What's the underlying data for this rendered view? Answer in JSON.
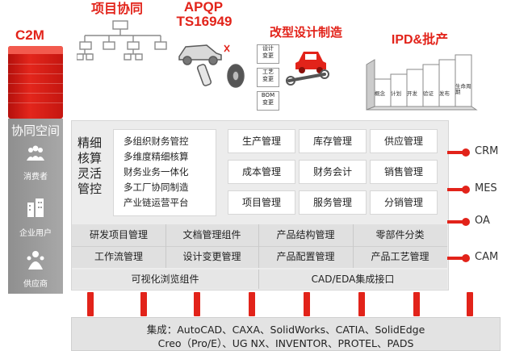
{
  "top": {
    "collab_label": "项目协同",
    "apqp_label": "APQP",
    "ts_label": "TS16949",
    "redesign_label": "改型设计制造",
    "ipd_label": "IPD&批产",
    "change_docs": [
      "设计\n变更",
      "工艺\n变更",
      "BOM\n变更"
    ],
    "ipd_stages": [
      "概念",
      "计划",
      "开发",
      "验证",
      "发布",
      "生命周期"
    ]
  },
  "c2m": {
    "label": "C2M"
  },
  "sidebar": {
    "title": "协同空间",
    "items": [
      {
        "label": "消费者",
        "icon": "people-icon"
      },
      {
        "label": "企业用户",
        "icon": "building-icon"
      },
      {
        "label": "供应商",
        "icon": "supplier-icon"
      }
    ]
  },
  "finance": {
    "title_lines": [
      "精细",
      "核算",
      "灵活",
      "管控"
    ],
    "features": [
      "多组织财务管控",
      "多维度精细核算",
      "财务业务一体化",
      "多工厂协同制造",
      "产业链运营平台"
    ]
  },
  "modules": {
    "row1": [
      "生产管理",
      "库存管理",
      "供应管理"
    ],
    "row2": [
      "成本管理",
      "财务会计",
      "销售管理"
    ],
    "row3": [
      "项目管理",
      "服务管理",
      "分销管理"
    ]
  },
  "plm": {
    "row1": [
      "研发项目管理",
      "文档管理组件",
      "产品结构管理",
      "零部件分类"
    ],
    "row2": [
      "工作流管理",
      "设计变更管理",
      "产品配置管理",
      "产品工艺管理"
    ],
    "row3": [
      "可视化浏览组件",
      "CAD/EDA集成接口"
    ]
  },
  "connectors": [
    "CRM",
    "MES",
    "OA",
    "CAM"
  ],
  "integration": {
    "line1": "集成：AutoCAD、CAXA、SolidWorks、CATIA、SolidEdge",
    "line2": "Creo（Pro/E）、UG NX、INVENTOR、PROTEL、PADS"
  },
  "colors": {
    "accent": "#e2231a",
    "panel": "#ececec",
    "sidebar": "#9e9e9e"
  }
}
